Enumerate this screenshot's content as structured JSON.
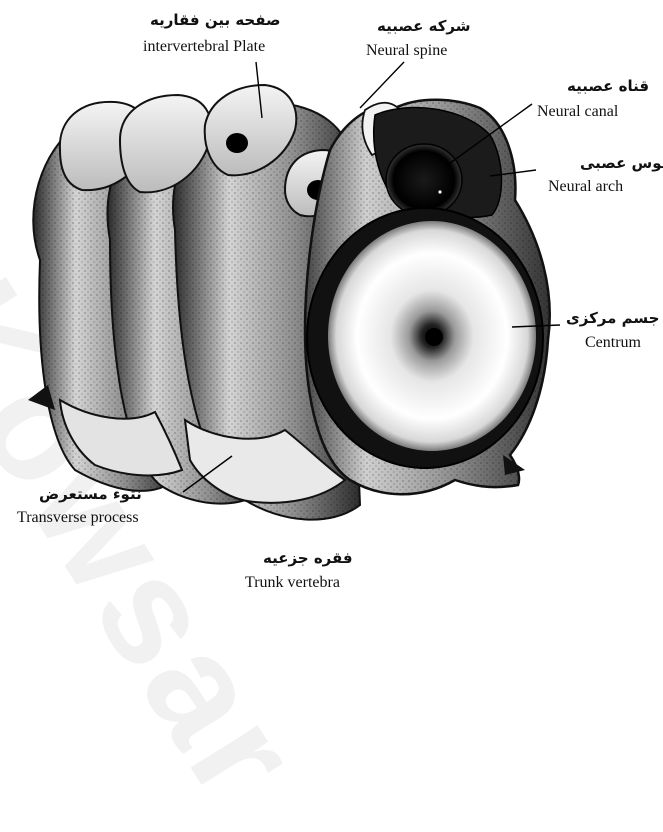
{
  "labels": {
    "intervertebral_plate": {
      "fa": "صفحه بین فقاریه",
      "en": "intervertebral  Plate"
    },
    "neural_spine": {
      "fa": "شرکه عصبیه",
      "en": "Neural spine"
    },
    "neural_canal": {
      "fa": "قناه عصبیه",
      "en": "Neural canal"
    },
    "neural_arch": {
      "fa": "قوس عصبی",
      "en": "Neural arch"
    },
    "centrum": {
      "fa": "جسم مرکزی",
      "en": "Centrum"
    },
    "transverse_process": {
      "fa": "نتوء مستعرض",
      "en": "Transverse process"
    },
    "caption": {
      "fa": "فقره جزعیه",
      "en": "Trunk vertebra"
    }
  },
  "watermark": "Kowsar"
}
